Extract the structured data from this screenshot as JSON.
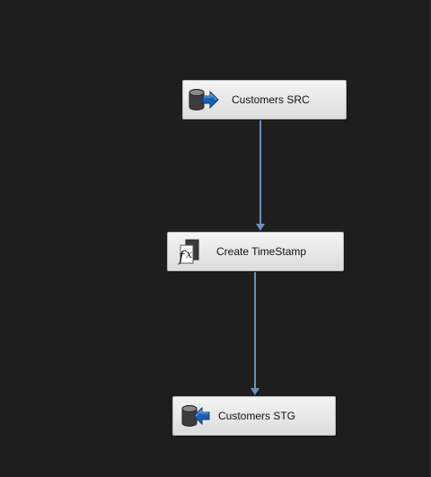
{
  "tasks": [
    {
      "id": "src",
      "label": "Customers SRC",
      "icon": "ole-db-source-icon"
    },
    {
      "id": "ts",
      "label": "Create TimeStamp",
      "icon": "derived-column-icon"
    },
    {
      "id": "stg",
      "label": "Customers STG",
      "icon": "ole-db-destination-icon"
    }
  ],
  "colors": {
    "canvas": "#1e1e1e",
    "connector": "#6e8fb8",
    "arrow_blue": "#1a5fb4",
    "db_icon": "#3c3c3c"
  }
}
